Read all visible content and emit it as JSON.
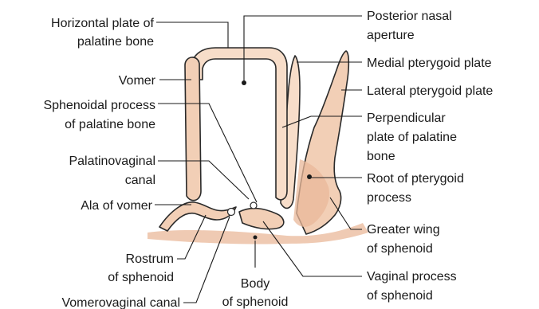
{
  "labels": {
    "horizontal_plate_1": "Horizontal plate of",
    "horizontal_plate_2": "palatine bone",
    "vomer": "Vomer",
    "sphenoidal_process_1": "Sphenoidal process",
    "sphenoidal_process_2": "of palatine bone",
    "palatinovaginal_1": "Palatinovaginal",
    "palatinovaginal_2": "canal",
    "ala_of_vomer": "Ala of vomer",
    "rostrum_1": "Rostrum",
    "rostrum_2": "of sphenoid",
    "vomerovaginal": "Vomerovaginal canal",
    "body_1": "Body",
    "body_2": "of sphenoid",
    "posterior_nasal_1": "Posterior nasal",
    "posterior_nasal_2": "aperture",
    "medial_pterygoid": "Medial pterygoid plate",
    "lateral_pterygoid": "Lateral pterygoid plate",
    "perpendicular_1": "Perpendicular",
    "perpendicular_2": "plate of palatine",
    "perpendicular_3": "bone",
    "root_pterygoid_1": "Root of pterygoid",
    "root_pterygoid_2": "process",
    "greater_wing_1": "Greater wing",
    "greater_wing_2": "of sphenoid",
    "vaginal_process_1": "Vaginal process",
    "vaginal_process_2": "of sphenoid"
  }
}
